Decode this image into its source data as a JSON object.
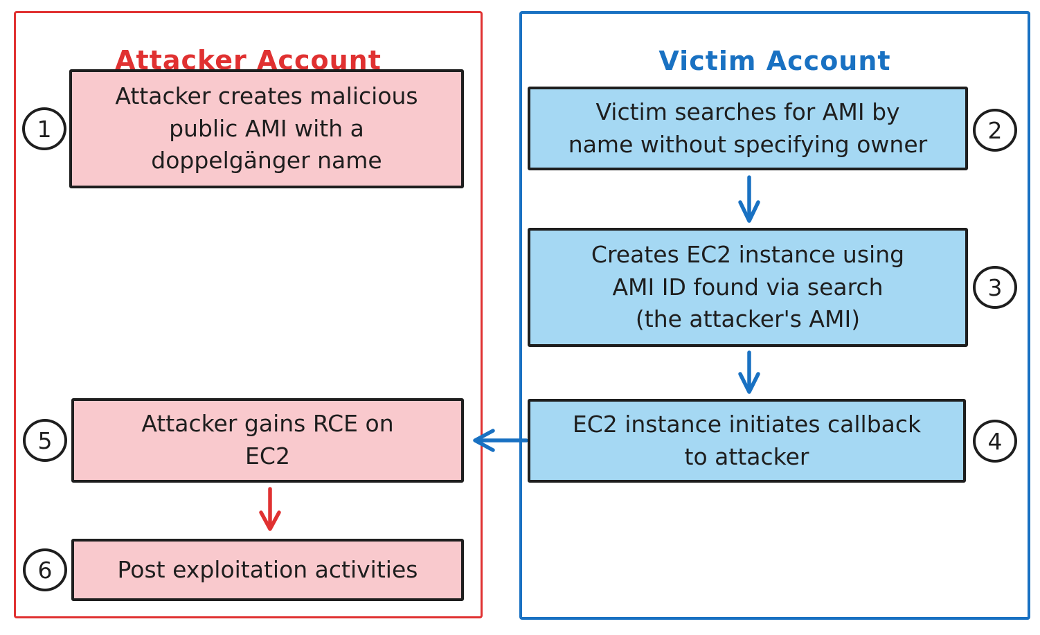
{
  "diagram": {
    "kind": "attack-flow",
    "colors": {
      "attacker_accent": "#e03131",
      "victim_accent": "#1971c2",
      "attacker_box_fill": "#f9c9cd",
      "victim_box_fill": "#a5d8f3",
      "box_border": "#1e1e1e",
      "background": "#ffffff"
    }
  },
  "panels": {
    "attacker": {
      "title": "Attacker Account",
      "steps": [
        {
          "number": "1",
          "text": "Attacker creates malicious\npublic AMI with a\ndoppelgänger name"
        },
        {
          "number": "5",
          "text": "Attacker gains RCE on\nEC2"
        },
        {
          "number": "6",
          "text": "Post exploitation activities"
        }
      ]
    },
    "victim": {
      "title": "Victim Account",
      "steps": [
        {
          "number": "2",
          "text": "Victim searches for AMI by\nname without specifying owner"
        },
        {
          "number": "3",
          "text": "Creates EC2 instance using\nAMI ID found via search\n(the attacker's AMI)"
        },
        {
          "number": "4",
          "text": "EC2 instance initiates callback\nto attacker"
        }
      ]
    }
  },
  "arrows": {
    "blue": "#1971c2",
    "red": "#e03131",
    "connections": [
      {
        "from": "step-2",
        "to": "step-3",
        "color": "blue",
        "direction": "down"
      },
      {
        "from": "step-3",
        "to": "step-4",
        "color": "blue",
        "direction": "down"
      },
      {
        "from": "step-4",
        "to": "step-5",
        "color": "blue",
        "direction": "left"
      },
      {
        "from": "step-5",
        "to": "step-6",
        "color": "red",
        "direction": "down"
      }
    ]
  }
}
